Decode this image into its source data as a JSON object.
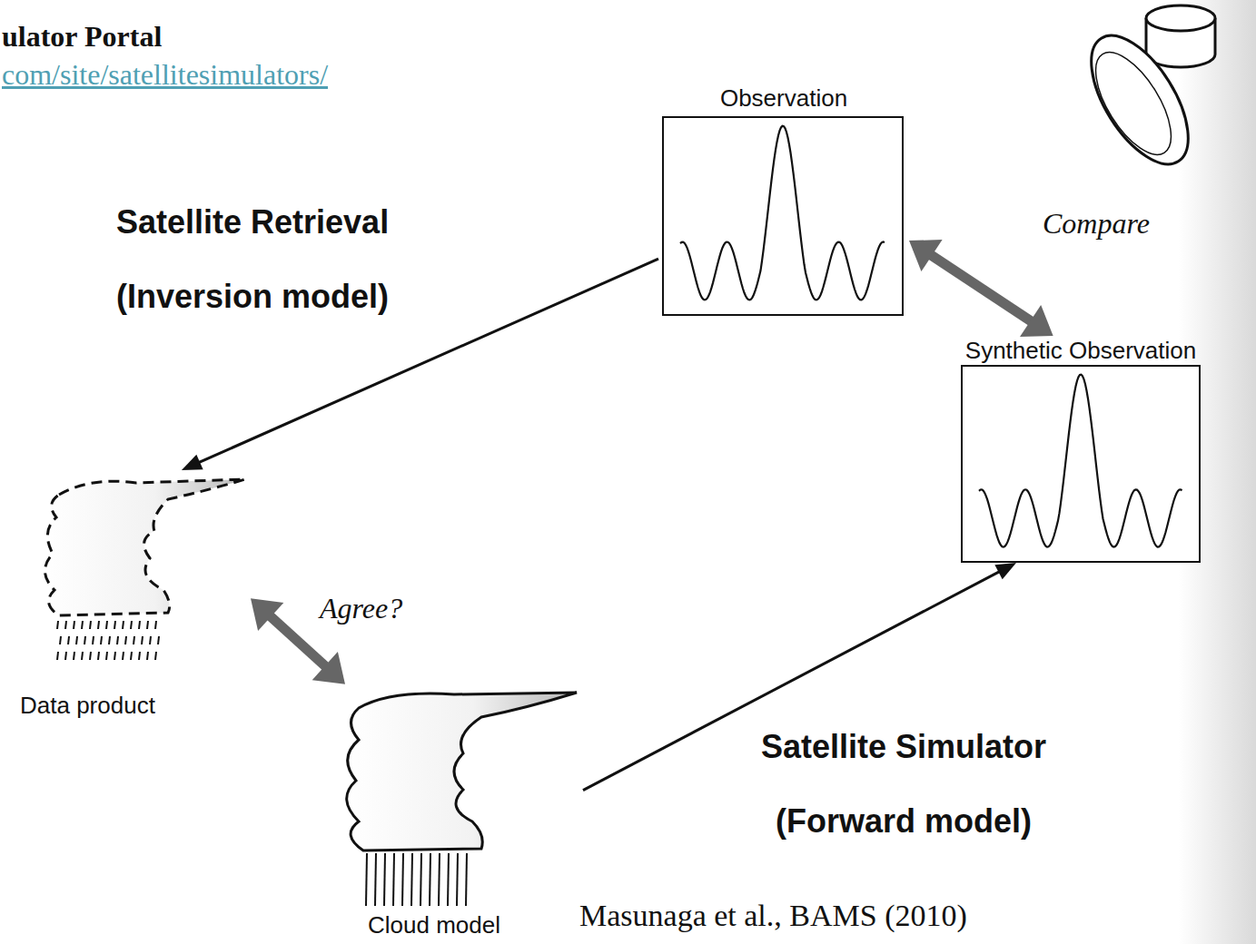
{
  "diagram": {
    "title": "ulator Portal",
    "nodes": [
      {
        "text": [
          "Observation"
        ]
      },
      {
        "text": [
          "Synthetic Observation"
        ]
      },
      {
        "text": [
          "Data product"
        ]
      },
      {
        "text": [
          "Cloud model"
        ]
      }
    ],
    "edges": [
      {
        "from": 0,
        "to": 2,
        "arrow": "to",
        "label": "Satellite Retrieval (Inversion model)"
      },
      {
        "from": 0,
        "to": 1,
        "arrow": "both",
        "label": "Compare"
      },
      {
        "from": 2,
        "to": 3,
        "arrow": "both",
        "label": "Agree?"
      },
      {
        "from": 3,
        "to": 1,
        "arrow": "to",
        "label": "Satellite Simulator (Forward model)"
      }
    ],
    "labels": [
      "com/site/satellitesimulators/",
      "Masunaga et al., BAMS (2010)"
    ]
  }
}
